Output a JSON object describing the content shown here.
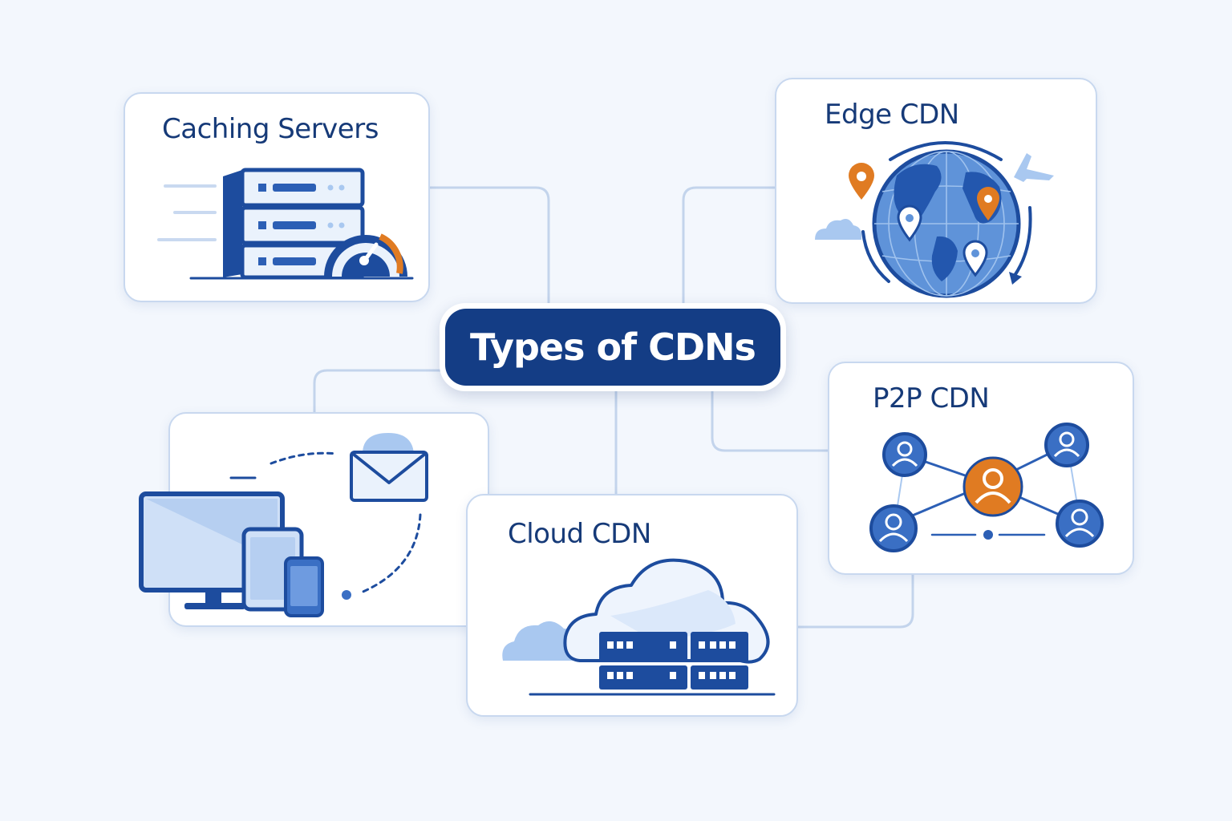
{
  "diagram": {
    "center": {
      "label": "Types of CDNs"
    },
    "nodes": [
      {
        "id": "caching",
        "label": "Caching Servers",
        "icon": "server-speedometer-icon"
      },
      {
        "id": "edge",
        "label": "Edge CDN",
        "icon": "globe-location-pins-icon"
      },
      {
        "id": "p2p",
        "label": "P2P CDN",
        "icon": "peer-network-icon"
      },
      {
        "id": "cloud",
        "label": "Cloud CDN",
        "icon": "cloud-server-icon"
      },
      {
        "id": "devices",
        "label": "",
        "icon": "devices-envelope-icon"
      }
    ],
    "colors": {
      "background": "#f3f7fd",
      "navy": "#143d85",
      "blue": "#3a6fc4",
      "light_blue": "#a9c8f0",
      "orange": "#e07b22",
      "connector": "#c3d4ec"
    }
  }
}
